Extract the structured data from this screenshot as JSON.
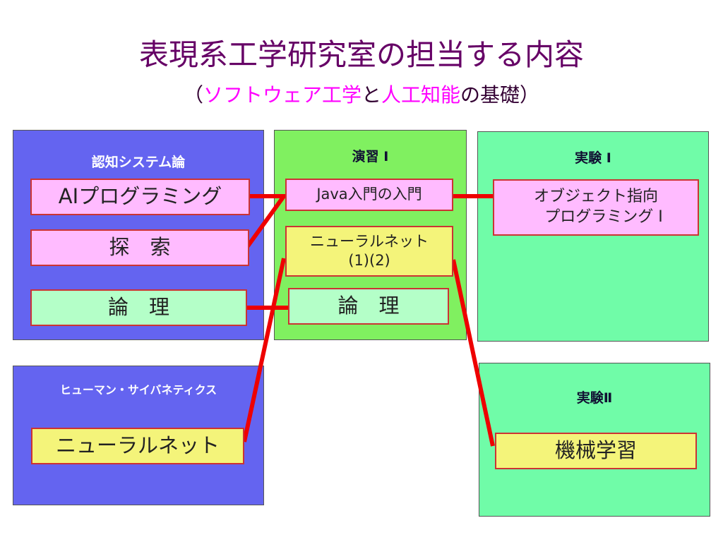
{
  "header": {
    "title": "表現系工学研究室の担当する内容",
    "subtitle_open": "（",
    "subtitle_hl1": "ソフトウェア工学",
    "subtitle_mid": "と",
    "subtitle_hl2": "人工知能",
    "subtitle_tail": "の基礎）"
  },
  "panels": {
    "cognitive": {
      "title": "認知システム論"
    },
    "exercise": {
      "title": "演習 I"
    },
    "experiment1": {
      "title": "実験 I"
    },
    "cybernetics": {
      "title": "ヒューマン・サイバネティクス"
    },
    "experiment2": {
      "title": "実験Ⅱ"
    }
  },
  "boxes": {
    "ai_programming": "AIプログラミング",
    "search": "探　索",
    "logic_left": "論　理",
    "java_intro": "Java入門の入門",
    "neural_net_12": "ニューラルネット\n(1)(2)",
    "logic_center": "論　理",
    "oop": "オブジェクト指向\n　プログラミング I",
    "neural_net": "ニューラルネット",
    "machine_learning": "機械学習"
  },
  "colors": {
    "title": "#660066",
    "highlight": "#ff00ff",
    "connector": "#ee0000"
  }
}
